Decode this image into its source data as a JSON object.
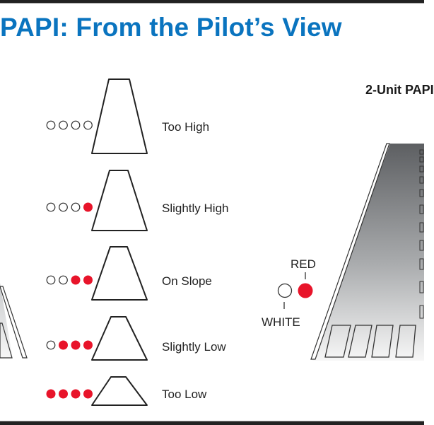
{
  "title": "PAPI: From the Pilot’s View",
  "subtitle": "2-Unit PAPI",
  "colors": {
    "title": "#0a74bf",
    "red_light": "#e8142a",
    "white_light": "#ffffff",
    "outline": "#222222"
  },
  "states": [
    {
      "label": "Too High",
      "lights": [
        "white",
        "white",
        "white",
        "white"
      ]
    },
    {
      "label": "Slightly High",
      "lights": [
        "white",
        "white",
        "white",
        "red"
      ]
    },
    {
      "label": "On Slope",
      "lights": [
        "white",
        "white",
        "red",
        "red"
      ]
    },
    {
      "label": "Slightly Low",
      "lights": [
        "white",
        "red",
        "red",
        "red"
      ]
    },
    {
      "label": "Too Low",
      "lights": [
        "red",
        "red",
        "red",
        "red"
      ]
    }
  ],
  "two_unit": {
    "red_label": "RED",
    "white_label": "WHITE",
    "lights": [
      "white",
      "red"
    ]
  }
}
